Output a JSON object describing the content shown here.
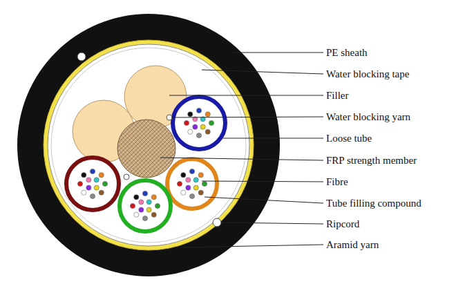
{
  "diagram": {
    "labels": [
      "PE sheath",
      "Water blocking tape",
      "Filler",
      "Water blocking yarn",
      "Loose tube",
      "FRP strength member",
      "Fibre",
      "Tube filling compound",
      "Ripcord",
      "Aramid yarn"
    ]
  }
}
